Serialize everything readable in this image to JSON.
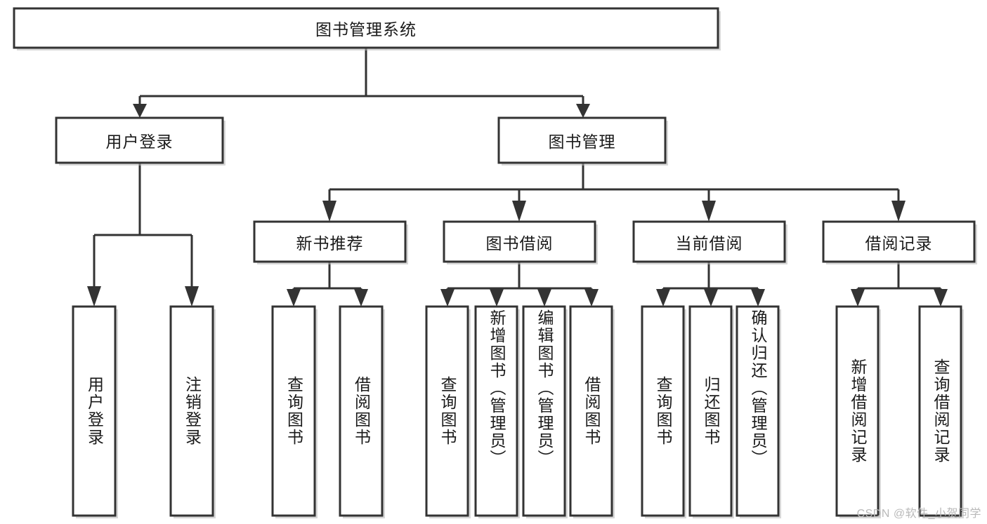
{
  "diagram": {
    "title": "图书管理系统",
    "type": "hierarchy-tree",
    "orientation": "top-down",
    "colors": {
      "box_fill": "#ffffff",
      "box_stroke": "#333333",
      "connector": "#333333",
      "text": "#1a1a1a",
      "watermark": "#b9b9b9",
      "background": "#ffffff"
    },
    "nodes": {
      "root": {
        "label": "图书管理系统",
        "level": 1,
        "text_direction": "horizontal"
      },
      "l2": [
        {
          "id": "user-login",
          "label": "用户登录",
          "level": 2,
          "text_direction": "horizontal"
        },
        {
          "id": "book-manage",
          "label": "图书管理",
          "level": 2,
          "text_direction": "horizontal"
        }
      ],
      "l3": [
        {
          "id": "new-book-rec",
          "label": "新书推荐",
          "level": 3,
          "text_direction": "horizontal"
        },
        {
          "id": "book-borrow",
          "label": "图书借阅",
          "level": 3,
          "text_direction": "horizontal"
        },
        {
          "id": "current-borrow",
          "label": "当前借阅",
          "level": 3,
          "text_direction": "horizontal"
        },
        {
          "id": "borrow-record",
          "label": "借阅记录",
          "level": 3,
          "text_direction": "horizontal"
        }
      ],
      "leaves": [
        {
          "id": "leaf-user-login",
          "label": "用户登录",
          "parent": "user-login",
          "text_direction": "vertical"
        },
        {
          "id": "leaf-logout",
          "label": "注销登录",
          "parent": "user-login",
          "text_direction": "vertical"
        },
        {
          "id": "leaf-query-book-1",
          "label": "查询图书",
          "parent": "new-book-rec",
          "text_direction": "vertical"
        },
        {
          "id": "leaf-borrow-book-1",
          "label": "借阅图书",
          "parent": "new-book-rec",
          "text_direction": "vertical"
        },
        {
          "id": "leaf-query-book-2",
          "label": "查询图书",
          "parent": "book-borrow",
          "text_direction": "vertical"
        },
        {
          "id": "leaf-add-book",
          "label": "新增图书（管理员）",
          "parent": "book-borrow",
          "text_direction": "vertical"
        },
        {
          "id": "leaf-edit-book",
          "label": "编辑图书（管理员）",
          "parent": "book-borrow",
          "text_direction": "vertical"
        },
        {
          "id": "leaf-borrow-book-2",
          "label": "借阅图书",
          "parent": "book-borrow",
          "text_direction": "vertical"
        },
        {
          "id": "leaf-query-book-3",
          "label": "查询图书",
          "parent": "current-borrow",
          "text_direction": "vertical"
        },
        {
          "id": "leaf-return-book",
          "label": "归还图书",
          "parent": "current-borrow",
          "text_direction": "vertical"
        },
        {
          "id": "leaf-confirm-return",
          "label": "确认归还（管理员）",
          "parent": "current-borrow",
          "text_direction": "vertical"
        },
        {
          "id": "leaf-add-record",
          "label": "新增借阅记录",
          "parent": "borrow-record",
          "text_direction": "vertical"
        },
        {
          "id": "leaf-query-record",
          "label": "查询借阅记录",
          "parent": "borrow-record",
          "text_direction": "vertical"
        }
      ]
    },
    "watermark": "CSDN @软件_小贺同学"
  }
}
